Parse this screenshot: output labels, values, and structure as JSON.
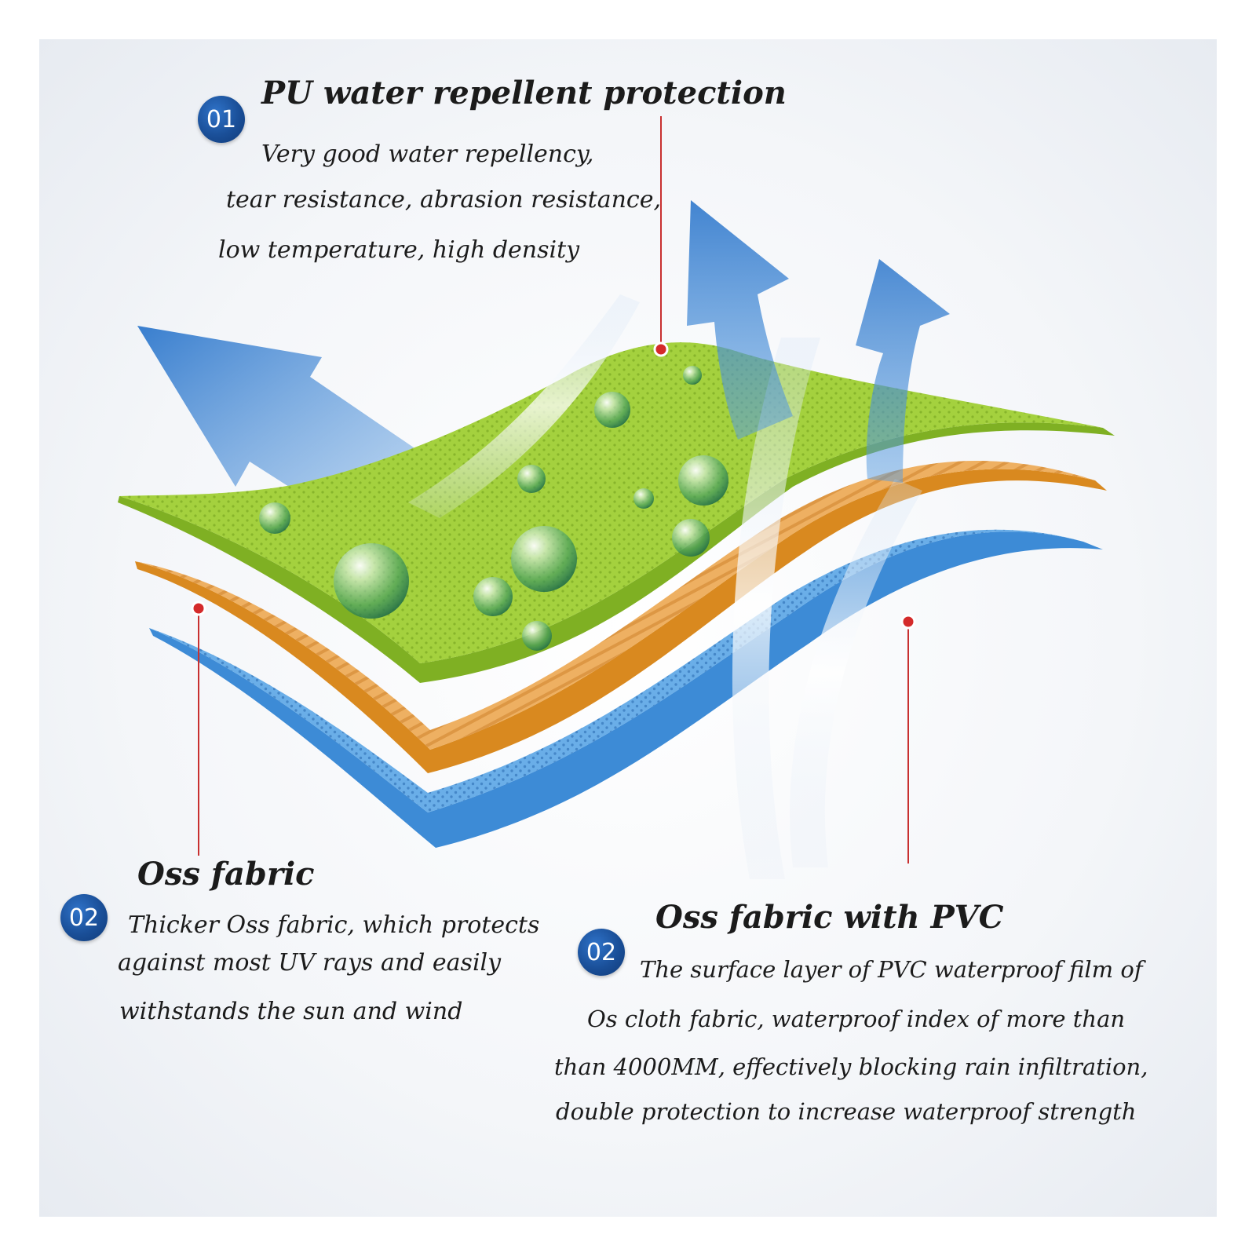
{
  "colors": {
    "top_layer": "#9ccc36",
    "middle_layer": "#e9a54a",
    "bottom_layer": "#3f8fd8",
    "arrow_blue": "#3d86d6",
    "badge_blue": "#1a4f98",
    "callout_red": "#d42a2a"
  },
  "sections": [
    {
      "badge": "01",
      "title": "PU water repellent protection",
      "lines": [
        "Very good water repellency,",
        "tear resistance, abrasion resistance,",
        "low temperature, high density"
      ]
    },
    {
      "badge": "02",
      "title": "Oss fabric",
      "lines": [
        "Thicker Oss fabric, which protects",
        "against most UV rays and easily",
        "withstands the sun and wind"
      ]
    },
    {
      "badge": "02",
      "title": "Oss fabric with PVC",
      "lines": [
        "The surface layer of PVC waterproof film of",
        "Os cloth fabric,   waterproof index of more than",
        "than 4000MM, effectively blocking rain infiltration,",
        "double protection to increase waterproof strength"
      ]
    }
  ],
  "icons": [
    "water-droplet-icon",
    "airflow-arrow-icon"
  ]
}
